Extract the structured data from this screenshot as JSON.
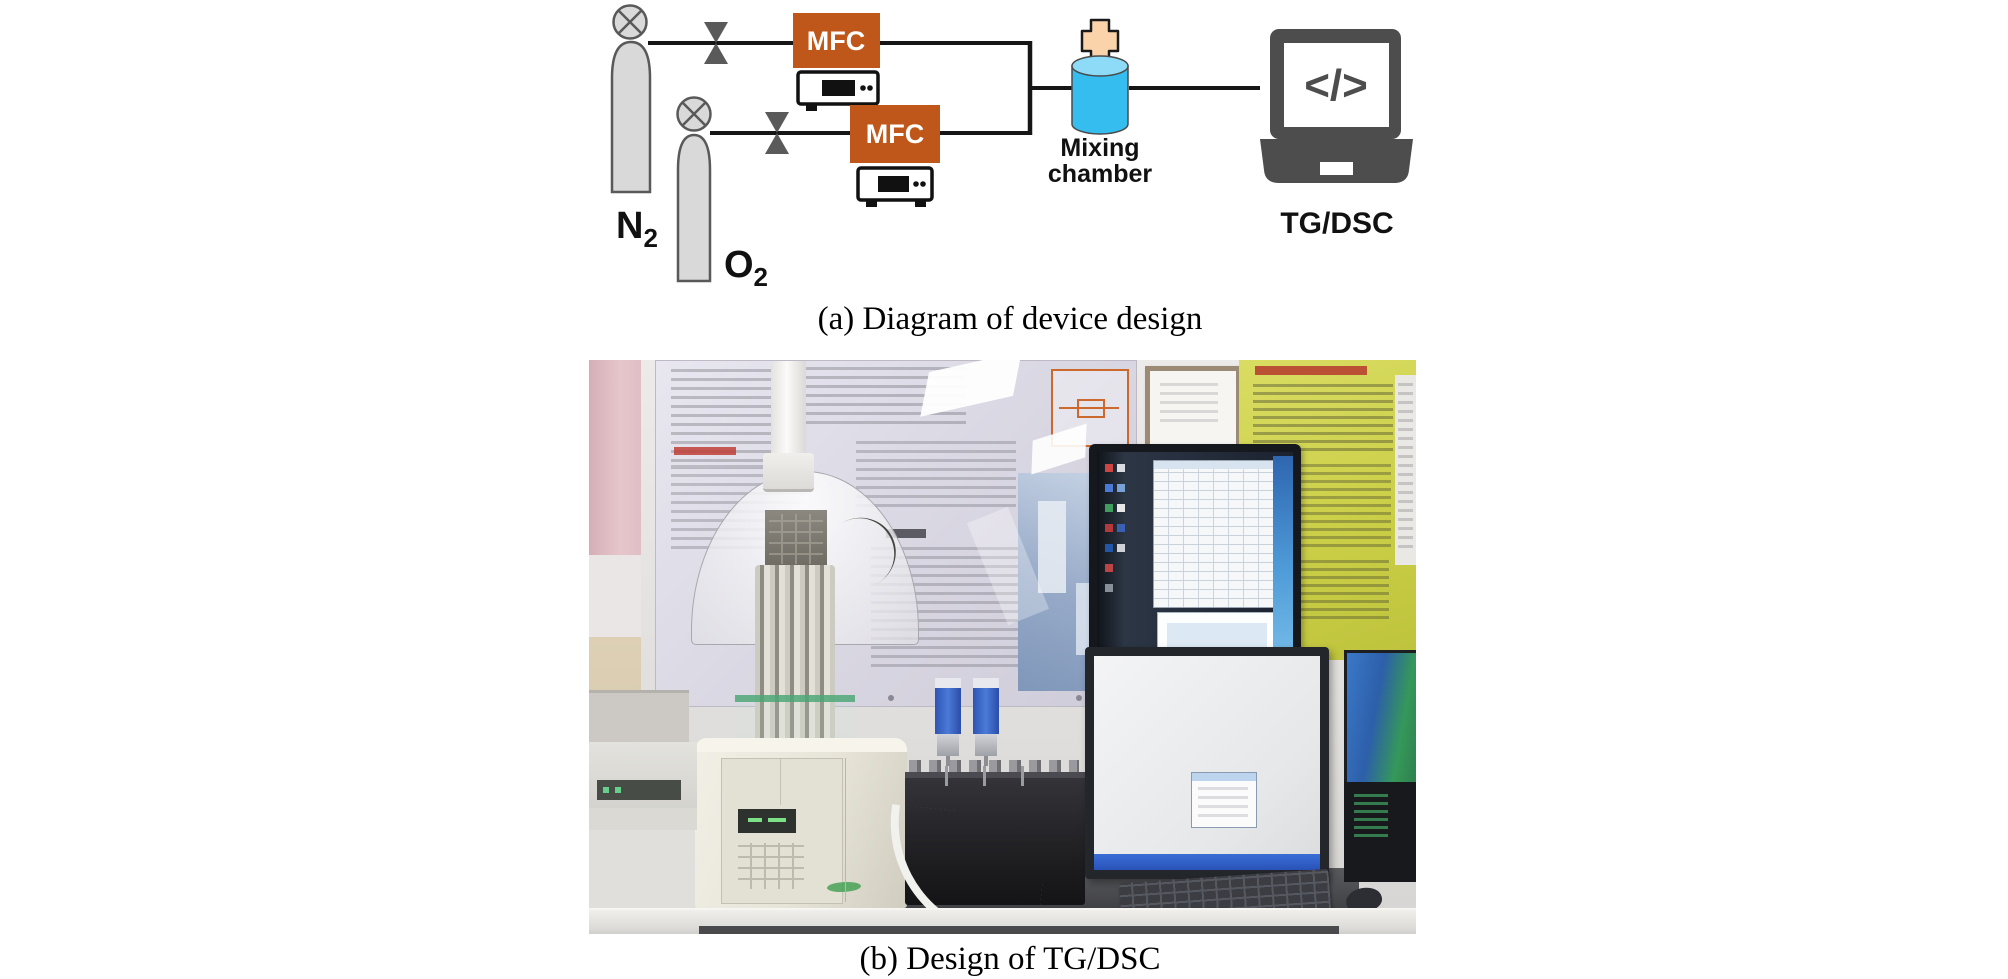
{
  "figure": {
    "captions": {
      "a": "(a) Diagram of device design",
      "b": "(b) Design of TG/DSC"
    }
  },
  "diagram": {
    "n2_cylinder_label": {
      "main": "N",
      "sub": "2"
    },
    "o2_cylinder_label": {
      "main": "O",
      "sub": "2"
    },
    "mfc1_label": "MFC",
    "mfc2_label": "MFC",
    "mixing_chamber_label_line1": "Mixing",
    "mixing_chamber_label_line2": "chamber",
    "laptop_code_glyph": "</>",
    "tgdsc_label": "TG/DSC",
    "colors": {
      "mfc_orange": "#c0571a",
      "chamber_blue": "#35bdf0",
      "chamber_blue_light": "#8edbf8",
      "cross_peach": "#fbd3ab",
      "laptop_gray": "#4d4d4d",
      "cylinder_gray": "#d9d9d9",
      "outline_gray": "#595959",
      "pipe_black": "#161616"
    }
  }
}
